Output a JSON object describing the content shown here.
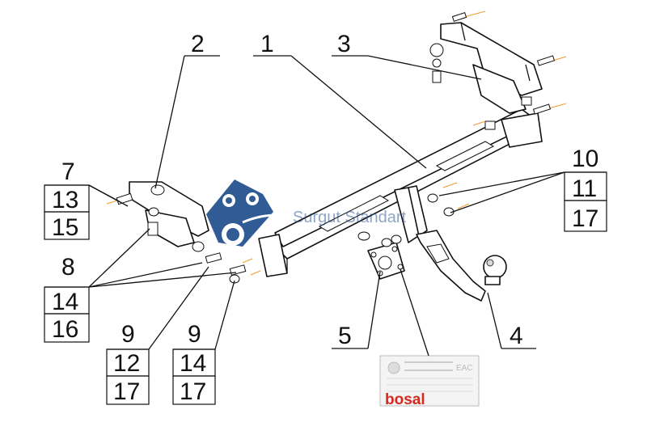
{
  "callouts": {
    "c1": "1",
    "c2": "2",
    "c3": "3",
    "c4": "4",
    "c5": "5",
    "c7": "7",
    "c13a": "13",
    "c15": "15",
    "c8": "8",
    "c14a": "14",
    "c16": "16",
    "c9a": "9",
    "c12": "12",
    "c17a": "17",
    "c9b": "9",
    "c14b": "14",
    "c17b": "17",
    "c10": "10",
    "c11": "11",
    "c17c": "17"
  },
  "watermark": {
    "text": "Surgut Standart"
  },
  "plate": {
    "brand": "bosal",
    "mark": "EAC"
  },
  "colors": {
    "ink": "#111111",
    "accent": "#f29a2e",
    "logo_blue": "#1f4e8c",
    "brand_red": "#d42a20"
  }
}
